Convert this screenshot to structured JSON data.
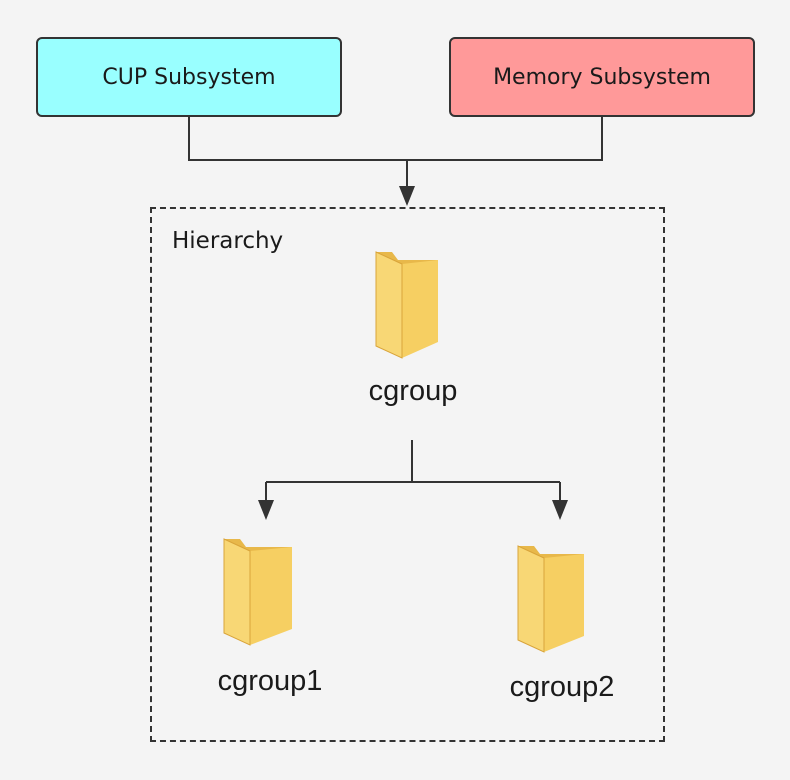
{
  "subsystems": {
    "cpu": {
      "label": "CUP Subsystem",
      "color": "#99ffff"
    },
    "memory": {
      "label": "Memory Subsystem",
      "color": "#ff9999"
    }
  },
  "hierarchy": {
    "label": "Hierarchy",
    "root": {
      "label": "cgroup",
      "icon": "folder-icon"
    },
    "children": [
      {
        "label": "cgroup1",
        "icon": "folder-icon"
      },
      {
        "label": "cgroup2",
        "icon": "folder-icon"
      }
    ]
  },
  "colors": {
    "line": "#333333",
    "folder_front": "#f8d775",
    "folder_back": "#e8b84a",
    "background": "#f4f4f4"
  }
}
